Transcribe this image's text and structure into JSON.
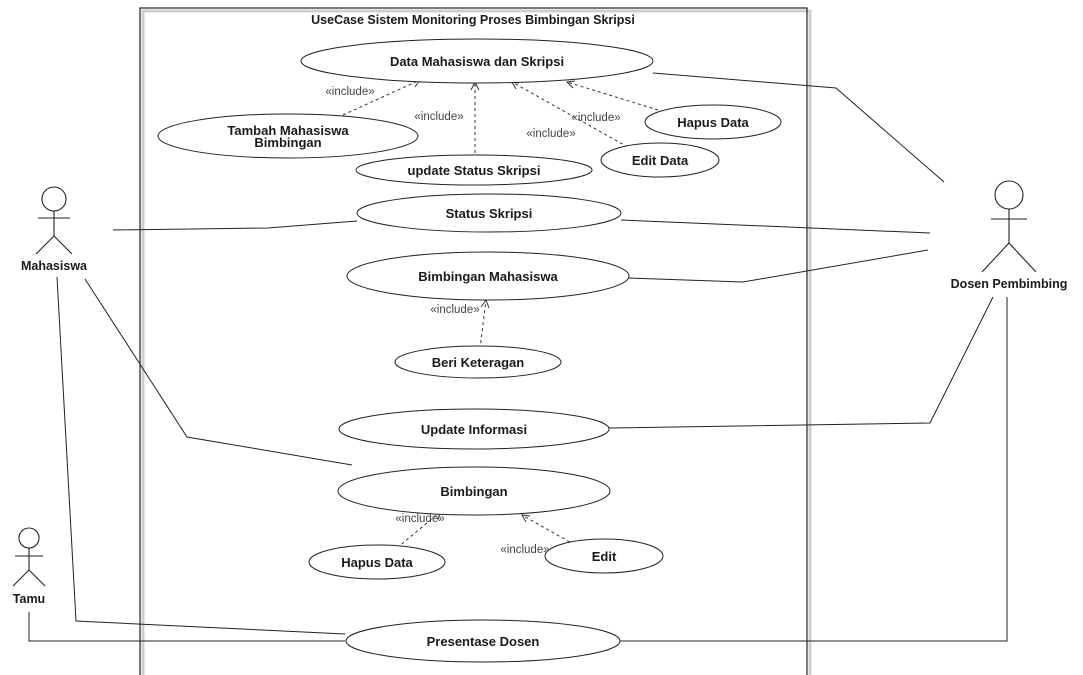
{
  "system": {
    "title": "UseCase Sistem Monitoring Proses Bimbingan Skripsi"
  },
  "actors": {
    "mahasiswa": "Mahasiswa",
    "dosen": "Dosen Pembimbing",
    "tamu": "Tamu"
  },
  "usecases": {
    "data_mhs": "Data Mahasiswa dan Skripsi",
    "tambah_line1": "Tambah Mahasiswa",
    "tambah_line2": "Bimbingan",
    "update_status": "update Status Skripsi",
    "edit_data": "Edit Data",
    "hapus_data_top": "Hapus Data",
    "status_skripsi": "Status Skripsi",
    "bimbingan_mhs": "Bimbingan Mahasiswa",
    "beri_keterangan": "Beri Keteragan",
    "update_info": "Update Informasi",
    "bimbingan": "Bimbingan",
    "hapus_data_bottom": "Hapus Data",
    "edit": "Edit",
    "presentase": "Presentase Dosen"
  },
  "relations": {
    "include": "«include»"
  }
}
